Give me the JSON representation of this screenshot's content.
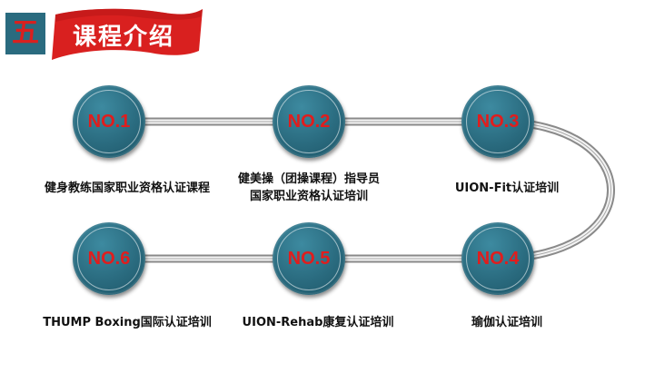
{
  "header": {
    "section_number": "五",
    "title": "课程介绍",
    "accent_color": "#d9201f",
    "badge_color": "#2a6b7f"
  },
  "nodes": [
    {
      "label": "NO.1",
      "caption_lines": [
        "健身教练国家职业资格认证课程"
      ]
    },
    {
      "label": "NO.2",
      "caption_lines": [
        "健美操（团操课程）指导员",
        "国家职业资格认证培训"
      ]
    },
    {
      "label": "NO.3",
      "caption_lines": [
        "UION-Fit认证培训"
      ]
    },
    {
      "label": "NO.4",
      "caption_lines": [
        "瑜伽认证培训"
      ]
    },
    {
      "label": "NO.5",
      "caption_lines": [
        "UION-Rehab康复认证培训"
      ]
    },
    {
      "label": "NO.6",
      "caption_lines": [
        "THUMP Boxing国际认证培训"
      ]
    }
  ]
}
